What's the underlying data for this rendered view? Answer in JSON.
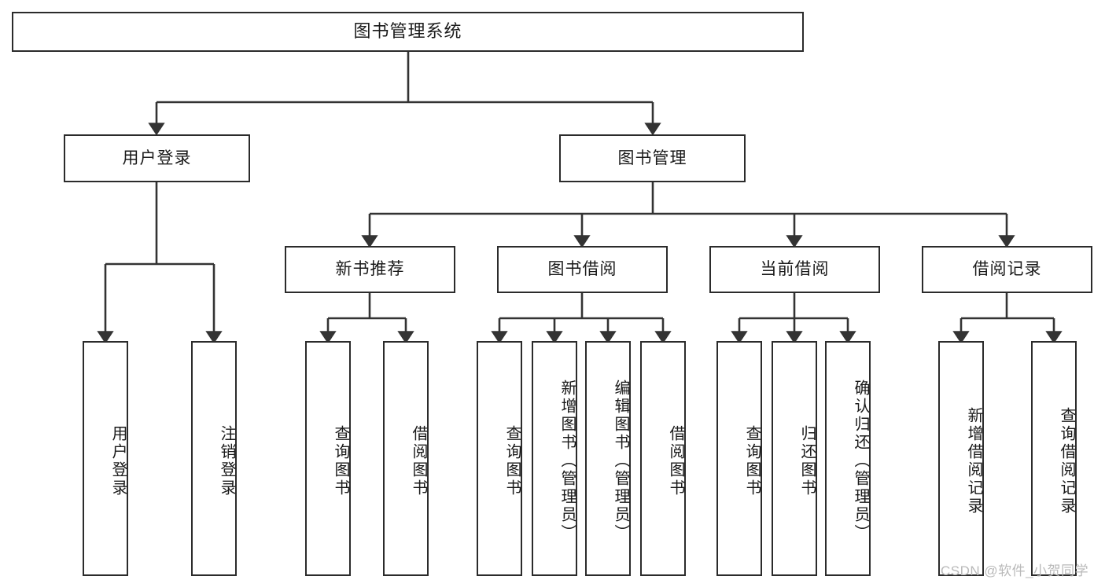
{
  "diagram": {
    "type": "tree-hierarchy-diagram",
    "title": "图书管理系统",
    "watermark": "CSDN @软件_小贺同学",
    "colors": {
      "box_border": "#2b2b2b",
      "box_fill": "#ffffff",
      "connector": "#333333",
      "text": "#1a1a1a",
      "watermark": "#b9b9b9",
      "background": "#ffffff"
    },
    "levels": {
      "root": {
        "id": "root",
        "label": "图书管理系统",
        "orientation": "horizontal"
      },
      "level1": [
        {
          "id": "user-login",
          "label": "用户登录",
          "orientation": "horizontal"
        },
        {
          "id": "book-management",
          "label": "图书管理",
          "orientation": "horizontal"
        }
      ],
      "level2": [
        {
          "id": "new-book-recommend",
          "label": "新书推荐",
          "orientation": "horizontal",
          "parent": "book-management"
        },
        {
          "id": "book-borrow",
          "label": "图书借阅",
          "orientation": "horizontal",
          "parent": "book-management"
        },
        {
          "id": "current-borrow",
          "label": "当前借阅",
          "orientation": "horizontal",
          "parent": "book-management"
        },
        {
          "id": "borrow-record",
          "label": "借阅记录",
          "orientation": "horizontal",
          "parent": "book-management"
        }
      ],
      "leaves": [
        {
          "id": "leaf-user-login",
          "label": "用户登录",
          "orientation": "vertical",
          "parent": "user-login"
        },
        {
          "id": "leaf-logout-login",
          "label": "注销登录",
          "orientation": "vertical",
          "parent": "user-login"
        },
        {
          "id": "leaf-query-book-1",
          "label": "查询图书",
          "orientation": "vertical",
          "parent": "new-book-recommend"
        },
        {
          "id": "leaf-borrow-book-1",
          "label": "借阅图书",
          "orientation": "vertical",
          "parent": "new-book-recommend"
        },
        {
          "id": "leaf-query-book-2",
          "label": "查询图书",
          "orientation": "vertical",
          "parent": "book-borrow"
        },
        {
          "id": "leaf-add-book",
          "label": "新增图书（管理员）",
          "orientation": "vertical",
          "parent": "book-borrow"
        },
        {
          "id": "leaf-edit-book",
          "label": "编辑图书（管理员）",
          "orientation": "vertical",
          "parent": "book-borrow"
        },
        {
          "id": "leaf-borrow-book-2",
          "label": "借阅图书",
          "orientation": "vertical",
          "parent": "book-borrow"
        },
        {
          "id": "leaf-query-book-3",
          "label": "查询图书",
          "orientation": "vertical",
          "parent": "current-borrow"
        },
        {
          "id": "leaf-return-book",
          "label": "归还图书",
          "orientation": "vertical",
          "parent": "current-borrow"
        },
        {
          "id": "leaf-confirm-return",
          "label": "确认归还（管理员）",
          "orientation": "vertical",
          "parent": "current-borrow"
        },
        {
          "id": "leaf-add-record",
          "label": "新增借阅记录",
          "orientation": "vertical",
          "parent": "borrow-record"
        },
        {
          "id": "leaf-query-record",
          "label": "查询借阅记录",
          "orientation": "vertical",
          "parent": "borrow-record"
        }
      ]
    }
  }
}
